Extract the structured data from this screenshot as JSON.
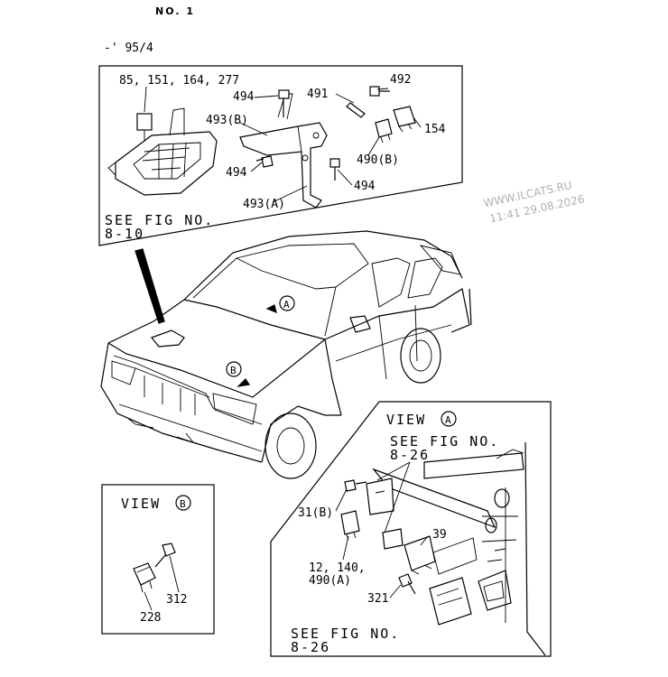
{
  "header": {
    "sheet_no": "NO. 1",
    "date_range": "-' 95/4"
  },
  "watermark": {
    "site": "WWW.ILCATS.RU",
    "timestamp": "11:41 29.08.2026"
  },
  "callouts": {
    "top_part_list": "85, 151, 164, 277",
    "p492": "492",
    "p494_top": "494",
    "p491": "491",
    "p493b": "493(B)",
    "p154": "154",
    "p490b": "490(B)",
    "p494_left": "494",
    "p494_right": "494",
    "p493a": "493(A)",
    "see_fig_top_1": "SEE FIG NO.",
    "see_fig_top_2": "8-10",
    "marker_a": "A",
    "marker_b": "B",
    "view_a_title": "VIEW",
    "view_a_letter": "A",
    "see_fig_va_1": "SEE FIG NO.",
    "see_fig_va_2": "8-26",
    "p31b": "31(B)",
    "p39": "39",
    "p12_140": "12, 140,",
    "p490a": "490(A)",
    "p321": "321",
    "see_fig_bot_1": "SEE FIG NO.",
    "see_fig_bot_2": "8-26",
    "view_b_title": "VIEW",
    "view_b_letter": "B",
    "p312": "312",
    "p228": "228"
  }
}
